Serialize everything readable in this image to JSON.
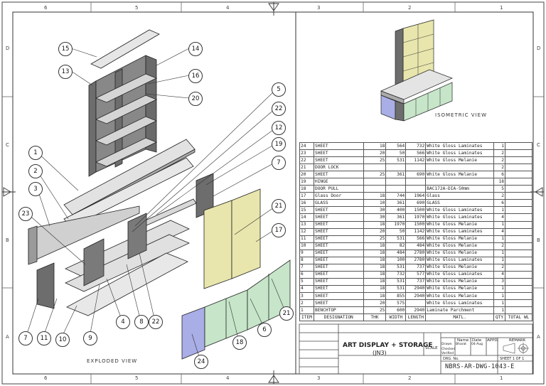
{
  "zones": {
    "top": [
      "6",
      "5",
      "4",
      "3",
      "2",
      "1"
    ],
    "rows": [
      "D",
      "C",
      "B",
      "A"
    ]
  },
  "labels": {
    "exploded_view": "EXPLODED VIEW",
    "isometric_view": "ISOMETRIC VIEW"
  },
  "callouts": [
    "15",
    "14",
    "13",
    "16",
    "20",
    "5",
    "22",
    "12",
    "19",
    "7",
    "1",
    "2",
    "3",
    "23",
    "21",
    "17",
    "7",
    "11",
    "10",
    "9",
    "4",
    "8",
    "22",
    "6",
    "18",
    "21",
    "24"
  ],
  "bom": {
    "headers": [
      "ITEM",
      "DESIGNATION",
      "THK",
      "WIDTH",
      "LENGTH",
      "MATL.",
      "QTY",
      "TOTAL WL"
    ],
    "rows": [
      [
        "24",
        "SHEET",
        "18",
        "564",
        "732",
        "White Gloss Laminates",
        "1",
        ""
      ],
      [
        "23",
        "SHEET",
        "20",
        "50",
        "566",
        "White Gloss Laminates",
        "2",
        ""
      ],
      [
        "22",
        "SHEET",
        "25",
        "531",
        "1142",
        "White Gloss Melanie",
        "2",
        ""
      ],
      [
        "21",
        "DOOR LOCK",
        "",
        "",
        "",
        "",
        "2",
        ""
      ],
      [
        "20",
        "SHEET",
        "25",
        "361",
        "690",
        "White Gloss Melanie",
        "6",
        ""
      ],
      [
        "19",
        "HINGE",
        "",
        "",
        "",
        "",
        "18",
        ""
      ],
      [
        "18",
        "DOOR PULL",
        "",
        "",
        "",
        "BAC172A-DIA-50mm",
        "5",
        ""
      ],
      [
        "17",
        "Glass Door",
        "18",
        "744",
        "1964",
        "Glass",
        "2",
        ""
      ],
      [
        "16",
        "GLASS",
        "10",
        "361",
        "690",
        "GLASS",
        "6",
        ""
      ],
      [
        "15",
        "SHEET",
        "30",
        "400",
        "1500",
        "White Gloss Laminates",
        "1",
        ""
      ],
      [
        "14",
        "SHEET",
        "30",
        "361",
        "1970",
        "White Gloss Laminates",
        "4",
        ""
      ],
      [
        "13",
        "SHEET",
        "18",
        "1970",
        "1500",
        "White Gloss Melanie",
        "1",
        ""
      ],
      [
        "12",
        "SHEET",
        "20",
        "50",
        "1142",
        "White Gloss Laminates",
        "4",
        ""
      ],
      [
        "11",
        "SHEET",
        "25",
        "531",
        "566",
        "White Gloss Melanie",
        "1",
        ""
      ],
      [
        "10",
        "SHEET",
        "18",
        "82",
        "484",
        "White Gloss Melanie",
        "2",
        ""
      ],
      [
        "9",
        "SHEET",
        "18",
        "484",
        "2780",
        "White Gloss Melanie",
        "1",
        ""
      ],
      [
        "8",
        "SHEET",
        "18",
        "100",
        "2780",
        "White Gloss Laminates",
        "1",
        ""
      ],
      [
        "7",
        "SHEET",
        "18",
        "531",
        "737",
        "White Gloss Melanie",
        "2",
        ""
      ],
      [
        "6",
        "SHEET",
        "18",
        "732",
        "577",
        "White Gloss Laminates",
        "4",
        ""
      ],
      [
        "5",
        "SHEET",
        "18",
        "531",
        "737",
        "White Gloss Melanie",
        "3",
        ""
      ],
      [
        "4",
        "SHEET",
        "18",
        "531",
        "2940",
        "White Gloss Melanie",
        "1",
        ""
      ],
      [
        "3",
        "SHEET",
        "18",
        "855",
        "2940",
        "White Gloss Melanie",
        "1",
        ""
      ],
      [
        "2",
        "SHEET",
        "20",
        "575",
        "",
        "White Gloss Laminates",
        "1",
        ""
      ],
      [
        "1",
        "BENCHTOP",
        "25",
        "600",
        "2940",
        "Laminate Parchment",
        "1",
        ""
      ]
    ]
  },
  "title_block": {
    "title": "ART DISPLAY + STORAGE",
    "subtitle": "(JN3)",
    "scale_label": "SCALE",
    "name_label": "Name",
    "date_label": "Date",
    "appd_label": "APPD.",
    "remark_label": "REMARK",
    "drawn_label": "Drawn",
    "drawn_name": "Bharat",
    "drawn_date": "04-Aug",
    "checked_label": "Checked",
    "verified_label": "Verified",
    "drg_no_label": "DRG. No.",
    "sheet": "SHEET 1 OF 1",
    "drawing_number": "NBRS-AR-DWG-1043-E"
  },
  "colors": {
    "glass_yellow": "#e8e6ac",
    "glass_green": "#c6e5c9",
    "glass_blue": "#a9aee6",
    "panel_dark": "#6d6d6d",
    "panel_light": "#e4e4e4"
  }
}
